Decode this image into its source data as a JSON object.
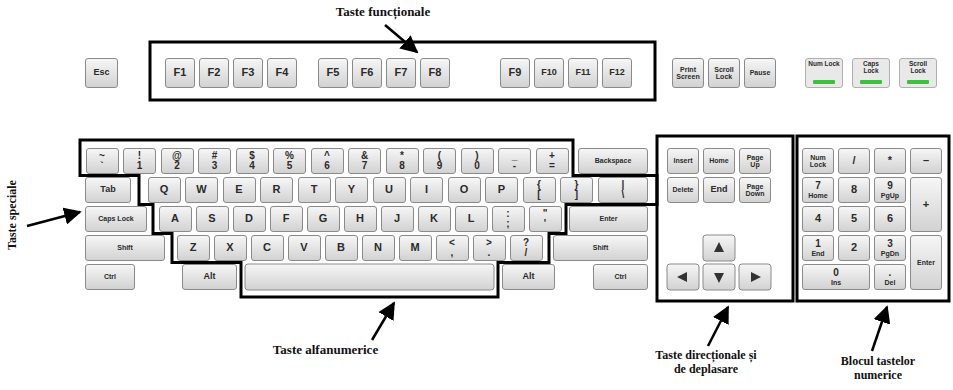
{
  "diagram": {
    "nodes": [
      {
        "text": [
          "Esc"
        ]
      },
      {
        "text": [
          "F1"
        ]
      },
      {
        "text": [
          "F2"
        ]
      },
      {
        "text": [
          "F3"
        ]
      },
      {
        "text": [
          "F4"
        ]
      },
      {
        "text": [
          "F5"
        ]
      },
      {
        "text": [
          "F6"
        ]
      },
      {
        "text": [
          "F7"
        ]
      },
      {
        "text": [
          "F8"
        ]
      },
      {
        "text": [
          "F9"
        ]
      },
      {
        "text": [
          "F10"
        ]
      },
      {
        "text": [
          "F11"
        ]
      },
      {
        "text": [
          "F12"
        ]
      },
      {
        "text": [
          "Print Screen"
        ]
      },
      {
        "text": [
          "Scroll Lock"
        ]
      },
      {
        "text": [
          "Pause"
        ]
      },
      {
        "text": [
          "Num Lock"
        ]
      },
      {
        "text": [
          "Caps Lock"
        ]
      },
      {
        "text": [
          "Scroll Lock"
        ]
      },
      {
        "text": [
          "~",
          "`"
        ]
      },
      {
        "text": [
          "!",
          "1"
        ]
      },
      {
        "text": [
          "@",
          "2"
        ]
      },
      {
        "text": [
          "#",
          "3"
        ]
      },
      {
        "text": [
          "$",
          "4"
        ]
      },
      {
        "text": [
          "%",
          "5"
        ]
      },
      {
        "text": [
          "^",
          "6"
        ]
      },
      {
        "text": [
          "&",
          "7"
        ]
      },
      {
        "text": [
          "*",
          "8"
        ]
      },
      {
        "text": [
          "(",
          "9"
        ]
      },
      {
        "text": [
          ")",
          "0"
        ]
      },
      {
        "text": [
          "_",
          "-"
        ]
      },
      {
        "text": [
          "+",
          "="
        ]
      },
      {
        "text": [
          "Backspace"
        ]
      },
      {
        "text": [
          "Insert"
        ]
      },
      {
        "text": [
          "Home"
        ]
      },
      {
        "text": [
          "Page Up"
        ]
      },
      {
        "text": [
          "Num Lock"
        ]
      },
      {
        "text": [
          "/"
        ]
      },
      {
        "text": [
          "*"
        ]
      },
      {
        "text": [
          "–"
        ]
      },
      {
        "text": [
          "Tab"
        ]
      },
      {
        "text": [
          "Q"
        ]
      },
      {
        "text": [
          "W"
        ]
      },
      {
        "text": [
          "E"
        ]
      },
      {
        "text": [
          "R"
        ]
      },
      {
        "text": [
          "T"
        ]
      },
      {
        "text": [
          "Y"
        ]
      },
      {
        "text": [
          "U"
        ]
      },
      {
        "text": [
          "I"
        ]
      },
      {
        "text": [
          "O"
        ]
      },
      {
        "text": [
          "P"
        ]
      },
      {
        "text": [
          "{",
          "["
        ]
      },
      {
        "text": [
          "}",
          "]"
        ]
      },
      {
        "text": [
          "|",
          "\\"
        ]
      },
      {
        "text": [
          "Delete"
        ]
      },
      {
        "text": [
          "End"
        ]
      },
      {
        "text": [
          "Page Down"
        ]
      },
      {
        "text": [
          "7",
          "Home"
        ]
      },
      {
        "text": [
          "8"
        ]
      },
      {
        "text": [
          "9",
          "PgUp"
        ]
      },
      {
        "text": [
          "+"
        ]
      },
      {
        "text": [
          "Caps Lock"
        ]
      },
      {
        "text": [
          "A"
        ]
      },
      {
        "text": [
          "S"
        ]
      },
      {
        "text": [
          "D"
        ]
      },
      {
        "text": [
          "F"
        ]
      },
      {
        "text": [
          "G"
        ]
      },
      {
        "text": [
          "H"
        ]
      },
      {
        "text": [
          "J"
        ]
      },
      {
        "text": [
          "K"
        ]
      },
      {
        "text": [
          "L"
        ]
      },
      {
        "text": [
          ":",
          ";"
        ]
      },
      {
        "text": [
          "\"",
          "'"
        ]
      },
      {
        "text": [
          "Enter"
        ]
      },
      {
        "text": [
          "4"
        ]
      },
      {
        "text": [
          "5"
        ]
      },
      {
        "text": [
          "6"
        ]
      },
      {
        "text": [
          "Shift"
        ]
      },
      {
        "text": [
          "Z"
        ]
      },
      {
        "text": [
          "X"
        ]
      },
      {
        "text": [
          "C"
        ]
      },
      {
        "text": [
          "V"
        ]
      },
      {
        "text": [
          "B"
        ]
      },
      {
        "text": [
          "N"
        ]
      },
      {
        "text": [
          "M"
        ]
      },
      {
        "text": [
          "<",
          ","
        ]
      },
      {
        "text": [
          ">",
          "."
        ]
      },
      {
        "text": [
          "?",
          "/"
        ]
      },
      {
        "text": [
          "Shift"
        ]
      },
      {
        "text": [
          "1",
          "End"
        ]
      },
      {
        "text": [
          "2"
        ]
      },
      {
        "text": [
          "3",
          "PgDn"
        ]
      },
      {
        "text": [
          "Enter"
        ]
      },
      {
        "text": [
          "Ctrl"
        ]
      },
      {
        "text": [
          "Alt"
        ]
      },
      {
        "text": [
          "Alt"
        ]
      },
      {
        "text": [
          "Ctrl"
        ]
      },
      {
        "text": [
          "0",
          "Ins"
        ]
      },
      {
        "text": [
          ".",
          "Del"
        ]
      }
    ],
    "labels": [
      "Taste funcționale",
      "Taste speciale",
      "Taste alfanumerice",
      "Taste direcționale și de deplasare",
      "Blocul tastelor numerice"
    ]
  }
}
